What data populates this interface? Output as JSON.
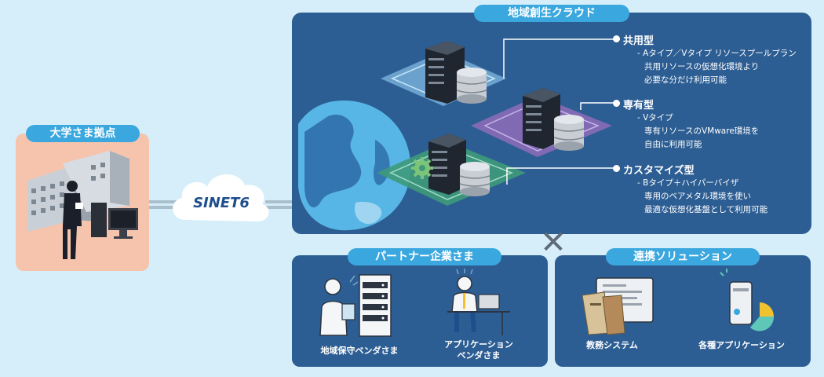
{
  "campus": {
    "label": "大学さま拠点"
  },
  "network": {
    "logo_text": "SINET6"
  },
  "cloud": {
    "label": "地域創生クラウド",
    "types": [
      {
        "title": "共用型",
        "lines": [
          "- Aタイプ／Vタイプ リソースプールプラン",
          "共用リソースの仮想化環境より",
          "必要な分だけ利用可能"
        ]
      },
      {
        "title": "専有型",
        "lines": [
          "- Vタイプ",
          "専有リソースのVMware環境を",
          "自由に利用可能"
        ]
      },
      {
        "title": "カスタマイズ型",
        "lines": [
          "- Bタイプ＋ハイパーバイザ",
          "専用のベアメタル環境を使い",
          "最適な仮想化基盤として利用可能"
        ]
      }
    ],
    "colors": {
      "shared": "#7fb8e0",
      "dedicated": "#8a6bb8",
      "custom": "#3e9a7a"
    }
  },
  "cross_symbol": "✕",
  "partners": {
    "label": "パートナー企業さま",
    "items": [
      {
        "label": "地域保守ベンダさま"
      },
      {
        "label_line1": "アプリケーション",
        "label_line2": "ベンダさま"
      }
    ]
  },
  "solutions": {
    "label": "連携ソリューション",
    "items": [
      {
        "label": "教務システム"
      },
      {
        "label": "各種アプリケーション"
      }
    ]
  }
}
